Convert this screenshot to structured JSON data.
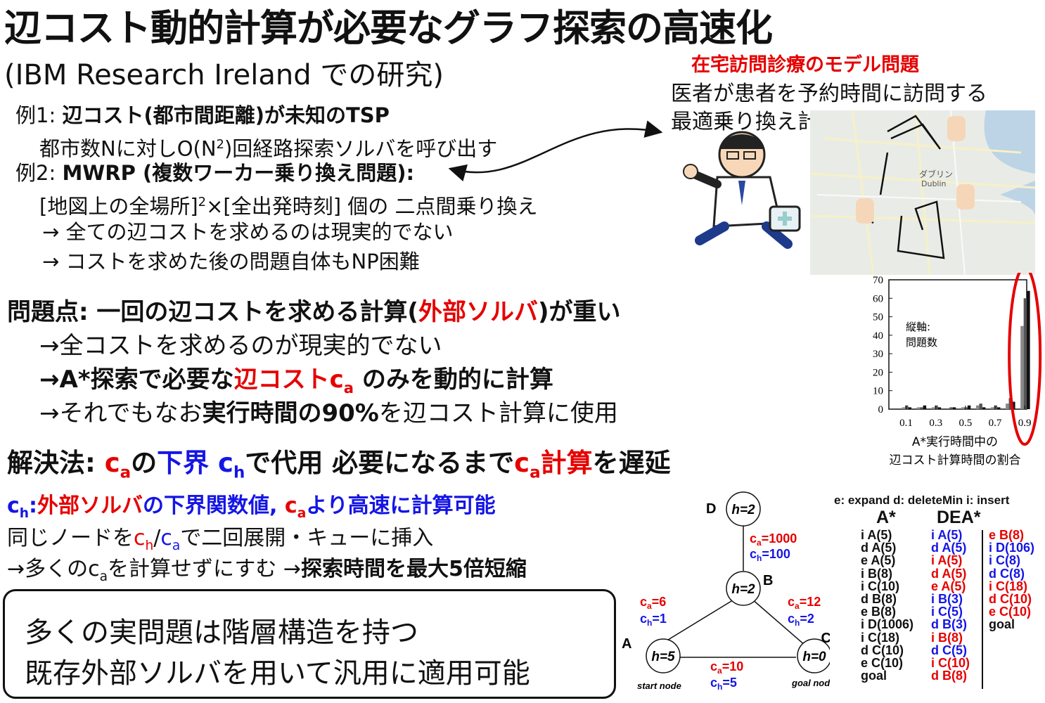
{
  "title": "辺コスト動的計算が必要なグラフ探索の高速化",
  "subtitle": "(IBM Research Ireland での研究)",
  "examples": {
    "ex1_prefix": "例1: ",
    "ex1_bold": "辺コスト(都市間距離)が未知のTSP",
    "ex1_desc_a": "都市数Nに対しO(N",
    "ex1_desc_sup": "2",
    "ex1_desc_b": ")回経路探索ソルバを呼び出す",
    "ex2_prefix": "例2: ",
    "ex2_bold": "MWRP (複数ワーカー乗り換え問題):",
    "ex2_desc_a": "[地図上の全場所]",
    "ex2_desc_sup": "2",
    "ex2_desc_b": "×[全出発時刻]  個の 二点間乗り換え",
    "ex2_note1": "→ 全ての辺コストを求めるのは現実的でない",
    "ex2_note2": "→ コストを求めた後の問題自体もNP困難"
  },
  "problem": {
    "line1_a": "問題点: 一回の辺コストを求める計算(",
    "line1_red": "外部ソルバ",
    "line1_b": ")が重い",
    "line2": "→全コストを求めるのが現実的でない",
    "line3_a": "→A*探索で必要な",
    "line3_red": "辺コストc",
    "line3_sub": "a",
    "line3_b": " のみを動的に計算",
    "line4_a": "→それでもなお",
    "line4_bold": "実行時間の90%",
    "line4_b": "を辺コスト計算に使用"
  },
  "solution": {
    "label": "解決法:  ",
    "ca": "c",
    "a": "a",
    "no": "の",
    "lower": "下界 c",
    "h": "h",
    "rest": "で代用 必要になるまで",
    "calc": "計算",
    "wo": "を遅延"
  },
  "ch_desc": {
    "c": "c",
    "h": "h",
    "colon": ":",
    "ext": "外部ソルバ",
    "mid": "の下界関数値, ",
    "ca": "c",
    "a": "a",
    "end": "より高速に計算可能",
    "line2_a": "同じノードを",
    "line2_ch": "c",
    "line2_h": "h",
    "slash": "/",
    "line2_ca": "c",
    "line2_a2": "a",
    "line2_b": "で二回展開・キューに挿入",
    "line3_a": "→多くのc",
    "line3_sub": "a",
    "line3_b": "を計算せずにすむ →",
    "line3_bold": "探索時間を最大5倍短縮"
  },
  "callout": {
    "line1": "多くの実問題は階層構造を持つ",
    "line2": "既存外部ソルバを用いて汎用に適用可能"
  },
  "map_panel": {
    "title": "在宅訪問診療のモデル問題",
    "desc1": "医者が患者を予約時間に訪問する",
    "desc2": "最適乗り換え計画",
    "city_label": "ダブリン",
    "city_label_en": "Dublin"
  },
  "chart_data": {
    "type": "bar",
    "categories": [
      "0.1",
      "0.2",
      "0.3",
      "0.4",
      "0.5",
      "0.6",
      "0.7",
      "0.8",
      "0.9"
    ],
    "series": [
      {
        "values": [
          1,
          1,
          1,
          0,
          1,
          2,
          1,
          3,
          45
        ]
      },
      {
        "values": [
          2,
          1,
          2,
          1,
          1,
          3,
          2,
          6,
          60
        ]
      },
      {
        "values": [
          1,
          2,
          1,
          1,
          2,
          1,
          1,
          4,
          64
        ]
      }
    ],
    "colors": [
      "#8a8a8a",
      "#555555",
      "#111111"
    ],
    "xticks": [
      "0.1",
      "0.3",
      "0.5",
      "0.7",
      "0.9"
    ],
    "yticks": [
      "0",
      "10",
      "20",
      "30",
      "40",
      "50",
      "60",
      "70"
    ],
    "ylim": [
      0,
      70
    ],
    "annotation": "縦軸:",
    "annotation2": "問題数",
    "xlabel1": "A*実行時間中の",
    "xlabel2": "辺コスト計算時間の割合",
    "highlight_color": "#e60000"
  },
  "graph": {
    "nodes": {
      "D": {
        "label": "D",
        "h": "h=2"
      },
      "B": {
        "label": "B",
        "h": "h=2"
      },
      "A": {
        "label": "A",
        "h": "h=5",
        "caption": "start node"
      },
      "C": {
        "label": "C",
        "h": "h=0",
        "caption": "goal node"
      }
    },
    "edges": {
      "DB": {
        "ca": "c",
        "ca_sub": "a",
        "ca_val": "=1000",
        "ch": "c",
        "ch_sub": "h",
        "ch_val": "=100"
      },
      "AB": {
        "ca": "c",
        "ca_sub": "a",
        "ca_val": "=6",
        "ch": "c",
        "ch_sub": "h",
        "ch_val": "=1"
      },
      "BC": {
        "ca": "c",
        "ca_sub": "a",
        "ca_val": "=12",
        "ch": "c",
        "ch_sub": "h",
        "ch_val": "=2"
      },
      "AC": {
        "ca": "c",
        "ca_sub": "a",
        "ca_val": "=10",
        "ch": "c",
        "ch_sub": "h",
        "ch_val": "=5"
      }
    }
  },
  "trace": {
    "legend": "e: expand d: deleteMin i: insert",
    "astar_header": "A*",
    "dea_header": "DEA*",
    "astar": [
      "i A(5)",
      "d A(5)",
      "e A(5)",
      "i B(8)",
      "i C(10)",
      "d B(8)",
      "e B(8)",
      "i D(1006)",
      "i C(18)",
      "d C(10)",
      "e C(10)",
      "goal"
    ],
    "dea1": [
      "i A(5)",
      "d A(5)",
      "i A(5)",
      "d A(5)",
      "e A(5)",
      "i B(3)",
      "i C(5)",
      "d B(3)",
      "i B(8)",
      "d C(5)",
      "i C(10)",
      "d B(8)"
    ],
    "dea1_colors": [
      "blue",
      "blue",
      "red",
      "red",
      "red",
      "blue",
      "blue",
      "blue",
      "red",
      "blue",
      "red",
      "red"
    ],
    "dea2": [
      "e B(8)",
      "i D(106)",
      "i C(8)",
      "d C(8)",
      "i C(18)",
      "d C(10)",
      "e C(10)",
      "goal"
    ],
    "dea2_colors": [
      "red",
      "blue",
      "blue",
      "blue",
      "red",
      "red",
      "red",
      "black"
    ]
  }
}
